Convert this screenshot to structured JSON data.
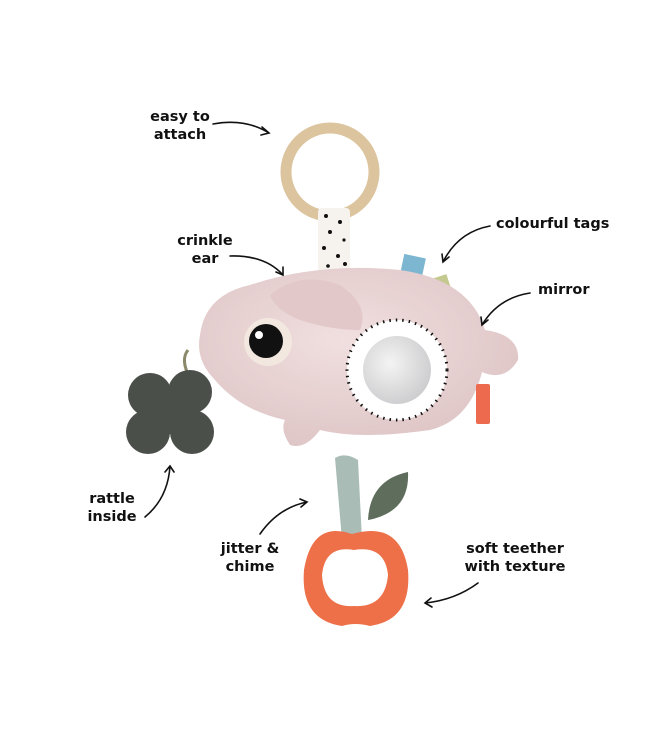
{
  "annotations": {
    "easy_to_attach": [
      "easy to",
      "attach"
    ],
    "crinkle_ear": [
      "crinkle",
      "ear"
    ],
    "colourful_tags": [
      "colourful tags"
    ],
    "mirror": [
      "mirror"
    ],
    "rattle_inside": [
      "rattle",
      "inside"
    ],
    "jitter_chime": [
      "jitter &",
      "chime"
    ],
    "soft_teether": [
      "soft teether",
      "with texture"
    ]
  },
  "colors": {
    "ring": "#dcc49e",
    "body": "#ecd6d6",
    "flower": "#4a4f4a",
    "ribbon": "#a9bcb6",
    "leaf": "#5f6e5c",
    "teether": "#ee7048",
    "tag_blue": "#7cb6d0",
    "tag_green": "#c3c98f",
    "label_tag": "#ee6a4e"
  }
}
